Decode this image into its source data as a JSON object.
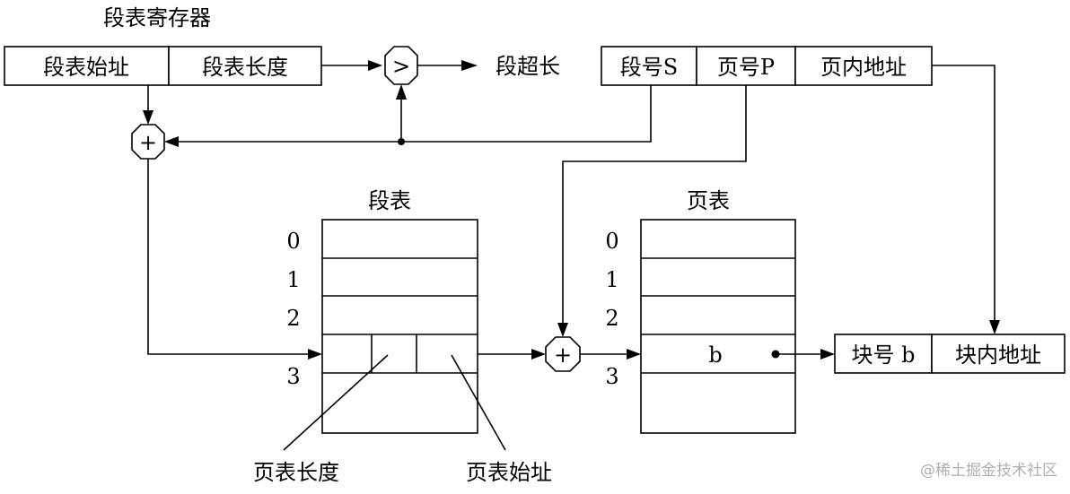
{
  "segment_register": {
    "title": "段表寄存器",
    "field_start": "段表始址",
    "field_length": "段表长度"
  },
  "comparator": {
    "symbol": ">",
    "overflow_label": "段超长"
  },
  "logical_address": {
    "segment_no": "段号S",
    "page_no": "页号P",
    "page_offset": "页内地址"
  },
  "adder_symbol": "+",
  "segment_table": {
    "title": "段表",
    "row_labels": [
      "0",
      "1",
      "2",
      "3"
    ],
    "entry_page_len_label": "页表长度",
    "entry_page_start_label": "页表始址"
  },
  "page_table": {
    "title": "页表",
    "row_labels": [
      "0",
      "1",
      "2",
      "3"
    ],
    "entry_value": "b"
  },
  "physical_address": {
    "block_no": "块号 b",
    "block_offset": "块内地址"
  },
  "watermark": "@稀土掘金技术社区"
}
